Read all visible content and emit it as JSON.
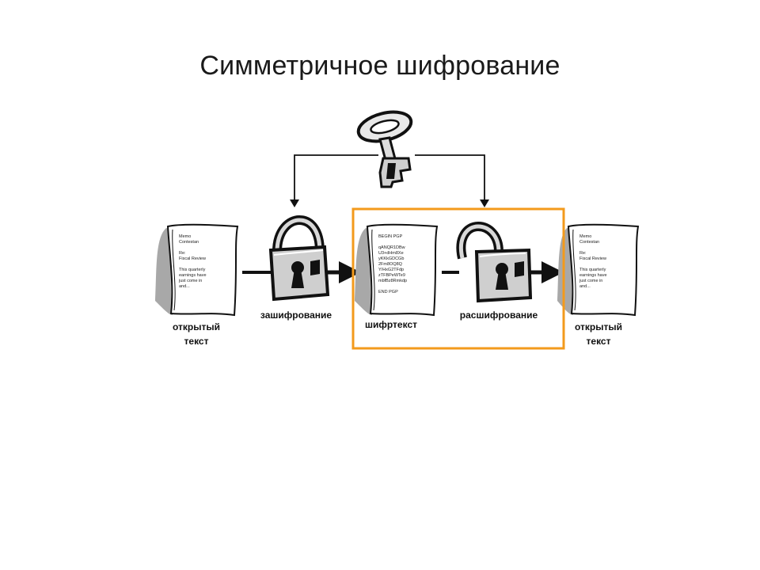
{
  "title": "Симметричное шифрование",
  "labels": {
    "plaintext_left_line1": "открытый",
    "plaintext_left_line2": "текст",
    "encryption": "зашифрование",
    "ciphertext": "шифртекст",
    "decryption": "расшифрование",
    "plaintext_right_line1": "открытый",
    "plaintext_right_line2": "текст"
  },
  "documents": {
    "plaintext_lines": [
      "Memo",
      "Contestan",
      "",
      "Re:",
      "Fiscal Review",
      "",
      "This quarterly",
      "earnings have",
      "just come in",
      "and..."
    ],
    "ciphertext_lines": [
      "BEGIN PGP",
      "",
      "qANQR1DBw",
      "U3+dHm8Xe",
      "yKKkGDCGb",
      "2Fm8OQ8Q",
      "Y/HxG2TFdp",
      "zTFBPeWTe9",
      "mbfBz8Rmkdp",
      "",
      "END PGP"
    ]
  },
  "colors": {
    "highlight_box": "#f39a1c",
    "ink": "#111111",
    "shadow": "#a8a8a8"
  }
}
